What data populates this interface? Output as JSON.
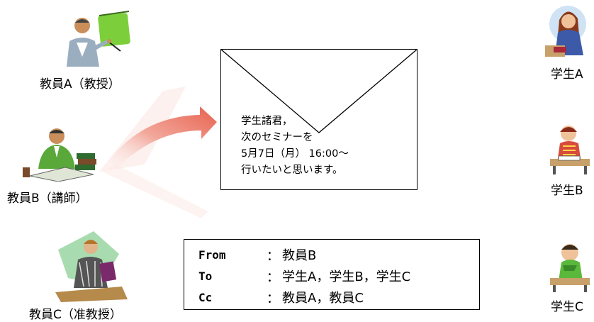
{
  "teachers": [
    {
      "label": "教員A（教授）"
    },
    {
      "label": "教員B（講師）"
    },
    {
      "label": "教員C（准教授）"
    }
  ],
  "students": [
    {
      "label": "学生A"
    },
    {
      "label": "学生B"
    },
    {
      "label": "学生C"
    }
  ],
  "envelope": {
    "lines": [
      "学生諸君，",
      "次のセミナーを",
      "5月7日（月） 16:00～",
      "行いたいと思います。"
    ]
  },
  "mail_header": {
    "rows": [
      {
        "key": "From",
        "sep": "：",
        "value": "教員B"
      },
      {
        "key": "To",
        "sep": "：",
        "value": "学生A，学生B，学生C"
      },
      {
        "key": "Cc",
        "sep": "：",
        "value": "教員A，教員C"
      }
    ]
  },
  "colors": {
    "arrow": "#e8624f",
    "teacher_green": "#5aa83a",
    "student_blue": "#3c5aa8"
  }
}
